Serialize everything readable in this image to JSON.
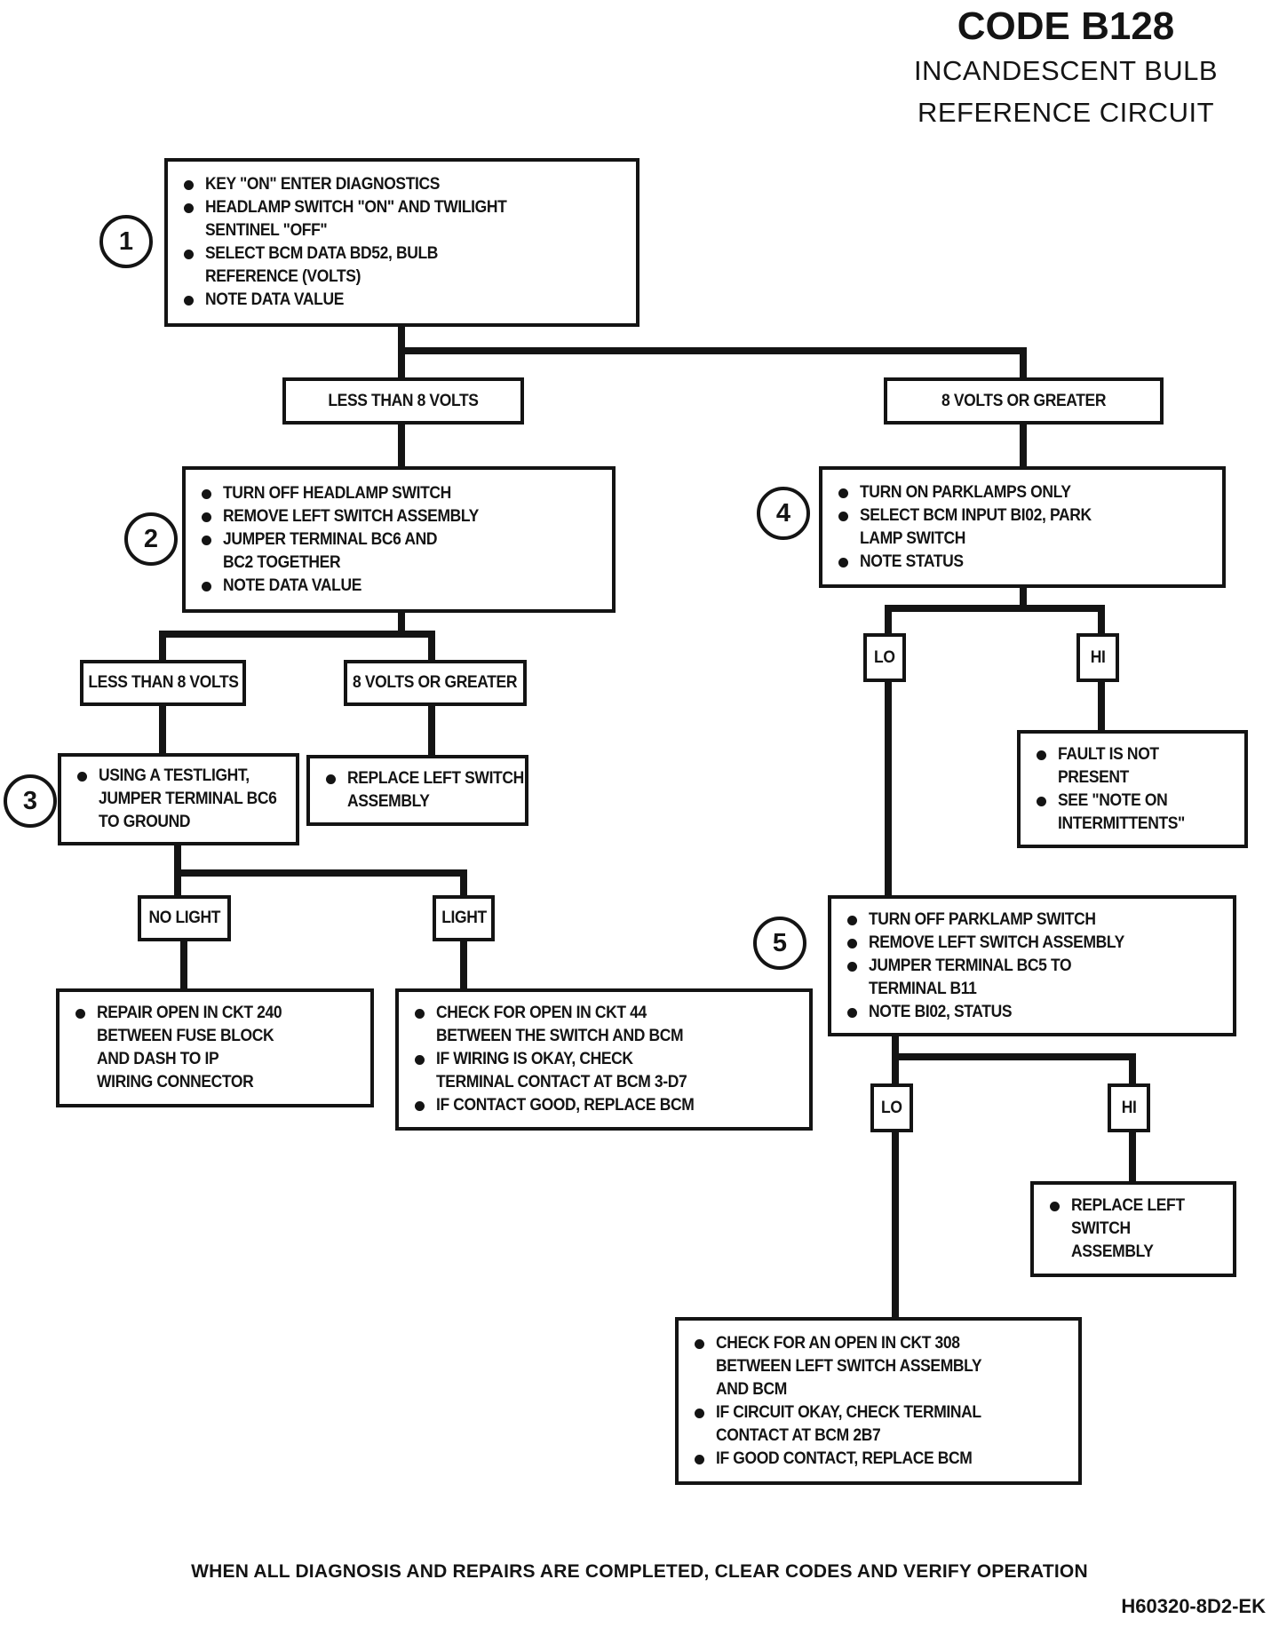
{
  "title": {
    "code": "CODE B128",
    "subtitle1": "INCANDESCENT BULB",
    "subtitle2": "REFERENCE CIRCUIT"
  },
  "colors": {
    "ink": "#141414",
    "paper": "#ffffff"
  },
  "nodes": {
    "step1": {
      "step": "1",
      "items": [
        "KEY \"ON\" ENTER DIAGNOSTICS",
        "HEADLAMP SWITCH \"ON\" AND TWILIGHT\nSENTINEL \"OFF\"",
        "SELECT BCM DATA BD52, BULB\nREFERENCE (VOLTS)",
        "NOTE DATA VALUE"
      ]
    },
    "branch1_left": {
      "label": "LESS THAN 8 VOLTS"
    },
    "branch1_right": {
      "label": "8 VOLTS OR GREATER"
    },
    "step2": {
      "step": "2",
      "items": [
        "TURN OFF HEADLAMP SWITCH",
        "REMOVE LEFT SWITCH ASSEMBLY",
        "JUMPER TERMINAL BC6 AND\nBC2 TOGETHER",
        "NOTE DATA VALUE"
      ]
    },
    "step4": {
      "step": "4",
      "items": [
        "TURN ON PARKLAMPS ONLY",
        "SELECT BCM INPUT BI02, PARK\nLAMP SWITCH",
        "NOTE STATUS"
      ]
    },
    "branch2_left": {
      "label": "LESS THAN 8 VOLTS"
    },
    "branch2_right": {
      "label": "8 VOLTS OR GREATER"
    },
    "lo1": {
      "label": "LO"
    },
    "hi1": {
      "label": "HI"
    },
    "step3": {
      "step": "3",
      "items": [
        "USING A TESTLIGHT,\nJUMPER TERMINAL BC6\nTO GROUND"
      ]
    },
    "replace_switch_a": {
      "items": [
        "REPLACE LEFT SWITCH\nASSEMBLY"
      ]
    },
    "fault_not_present": {
      "items": [
        "FAULT IS NOT\nPRESENT",
        "SEE \"NOTE ON\nINTERMITTENTS\""
      ]
    },
    "no_light": {
      "label": "NO LIGHT"
    },
    "light": {
      "label": "LIGHT"
    },
    "step5": {
      "step": "5",
      "items": [
        "TURN OFF PARKLAMP SWITCH",
        "REMOVE LEFT SWITCH ASSEMBLY",
        "JUMPER TERMINAL BC5 TO\nTERMINAL B11",
        "NOTE BI02, STATUS"
      ]
    },
    "repair_ckt240": {
      "items": [
        "REPAIR OPEN IN CKT 240\nBETWEEN FUSE BLOCK\nAND DASH TO IP\nWIRING CONNECTOR"
      ]
    },
    "check_ckt44": {
      "items": [
        "CHECK FOR OPEN IN CKT 44\nBETWEEN THE SWITCH AND BCM",
        "IF WIRING IS OKAY, CHECK\nTERMINAL CONTACT AT BCM 3-D7",
        "IF CONTACT GOOD, REPLACE BCM"
      ]
    },
    "lo2": {
      "label": "LO"
    },
    "hi2": {
      "label": "HI"
    },
    "replace_switch_b": {
      "items": [
        "REPLACE LEFT\nSWITCH\nASSEMBLY"
      ]
    },
    "check_ckt308": {
      "items": [
        "CHECK FOR AN OPEN IN CKT 308\nBETWEEN LEFT SWITCH ASSEMBLY\nAND BCM",
        "IF CIRCUIT OKAY, CHECK TERMINAL\nCONTACT AT BCM 2B7",
        "IF GOOD CONTACT, REPLACE BCM"
      ]
    }
  },
  "footer": {
    "note": "WHEN ALL DIAGNOSIS AND REPAIRS ARE COMPLETED, CLEAR CODES AND VERIFY OPERATION",
    "doc_code": "H60320-8D2-EK"
  }
}
